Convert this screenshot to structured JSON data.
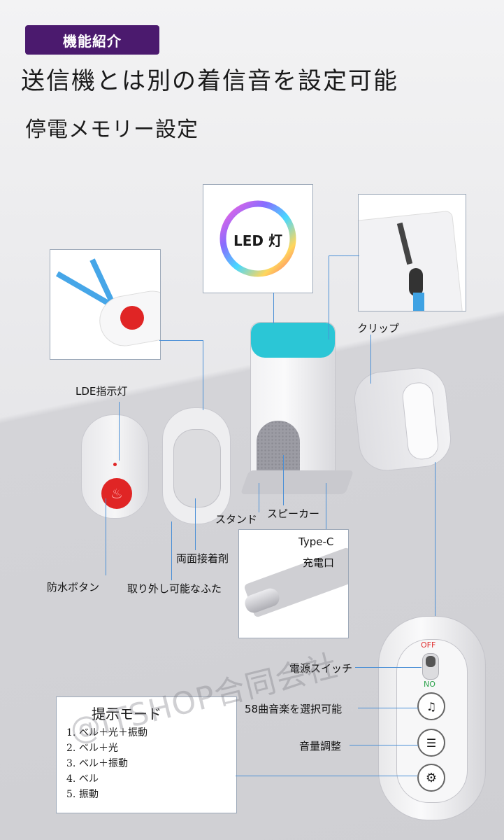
{
  "header": {
    "badge": "機能紹介",
    "line1": "送信機とは別の着信音を設定可能",
    "line2": "停電メモリー設定"
  },
  "callouts": {
    "led_light": "LED 灯",
    "clip": "クリップ",
    "lde_indicator": "LDE指示灯",
    "stand": "スタンド",
    "speaker": "スピーカー",
    "double_sided_tape": "両面接着剤",
    "waterproof_button": "防水ボタン",
    "removable_cover": "取り外し可能なふた",
    "type_c": "Type-C",
    "charging_port": "充電口",
    "power_switch": "電源スイッチ",
    "music_select": "58曲音楽を選択可能",
    "volume": "音量調整"
  },
  "switch": {
    "off": "OFF",
    "on": "NO"
  },
  "modes": {
    "title": "提示モード",
    "items": [
      {
        "num": "1.",
        "text": "ベル＋光＋振動"
      },
      {
        "num": "2.",
        "text": "ベル＋光"
      },
      {
        "num": "3.",
        "text": "ベル＋振動"
      },
      {
        "num": "4.",
        "text": "ベル"
      },
      {
        "num": "5.",
        "text": "振動"
      }
    ]
  },
  "watermark": "@ITSHOP合同会社",
  "colors": {
    "badge": "#4b1a6e",
    "accent_line": "#4a8fd6",
    "button_red": "#e02525",
    "cap_cyan": "#2bc6d6"
  }
}
